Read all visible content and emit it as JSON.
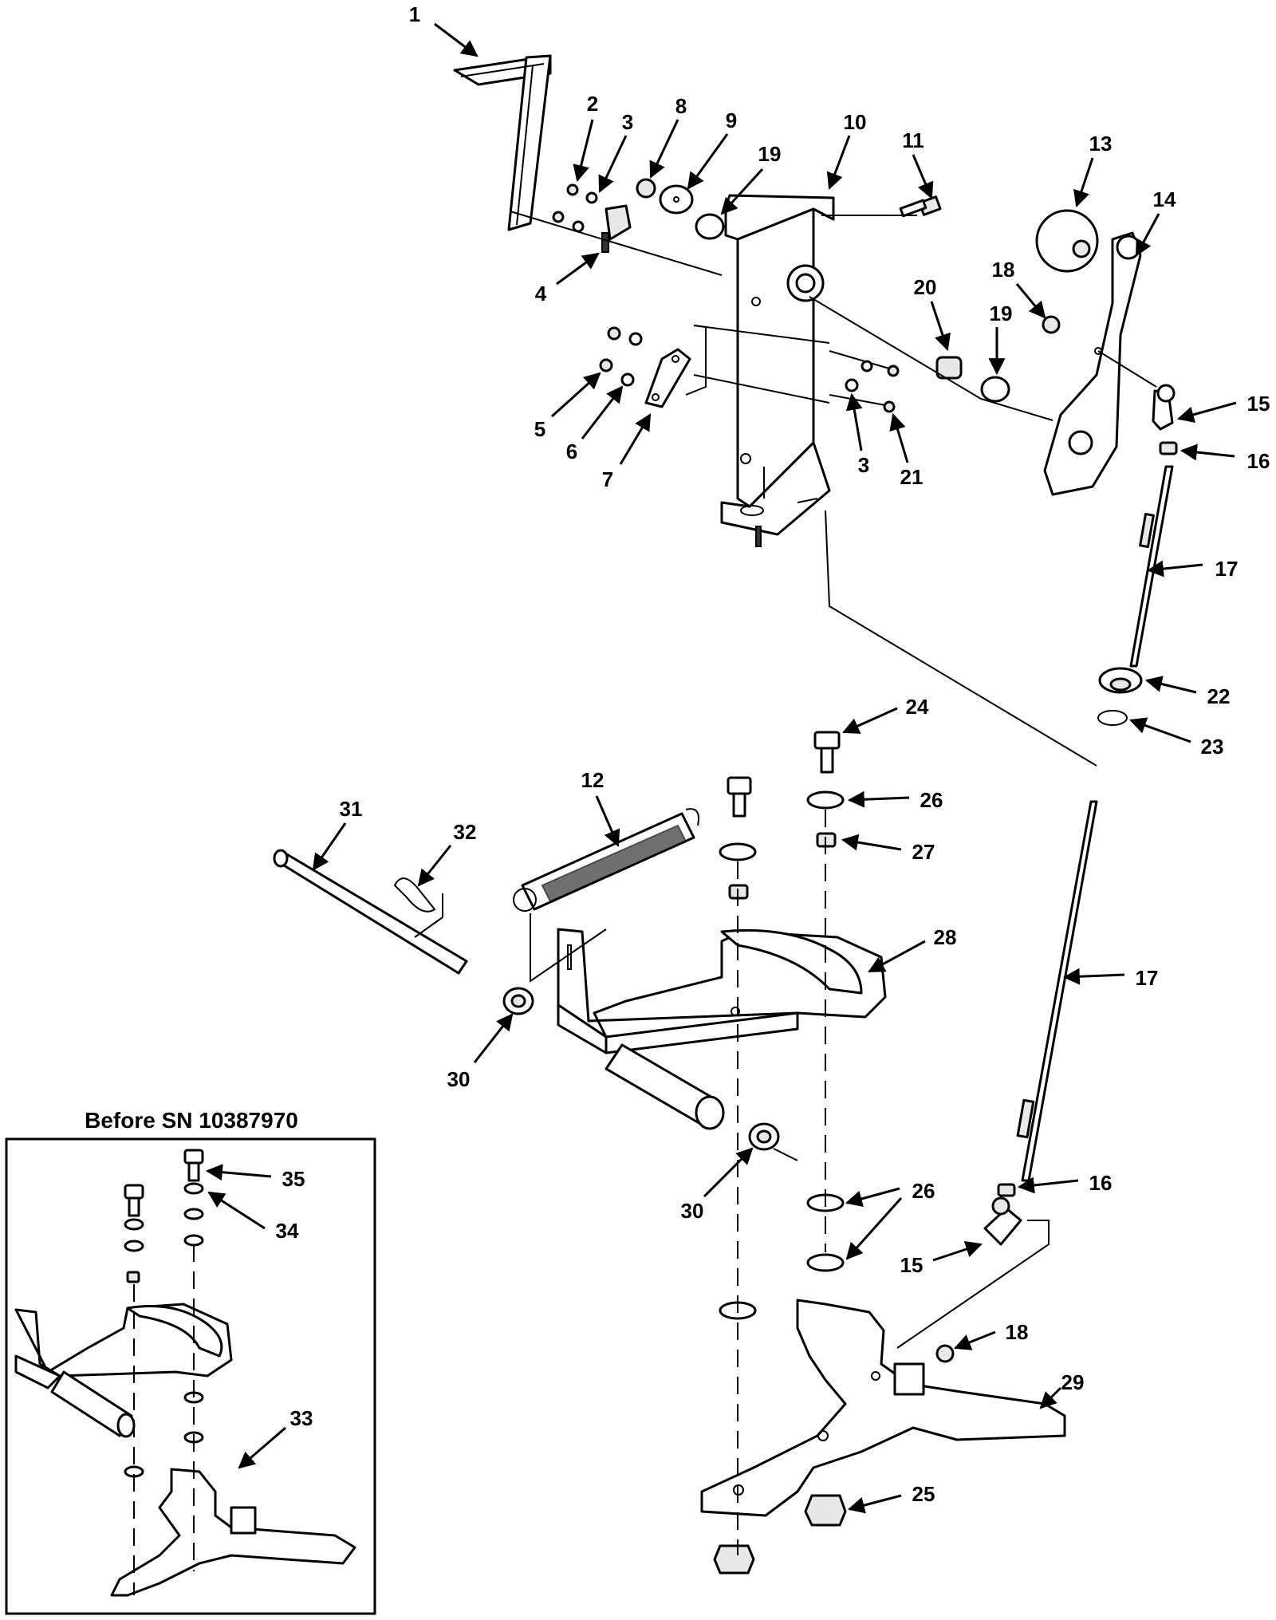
{
  "inset": {
    "title": "Before SN 10387970"
  },
  "callouts": [
    {
      "id": "c1",
      "label": "1"
    },
    {
      "id": "c2",
      "label": "2"
    },
    {
      "id": "c3a",
      "label": "3"
    },
    {
      "id": "c8",
      "label": "8"
    },
    {
      "id": "c9",
      "label": "9"
    },
    {
      "id": "c19a",
      "label": "19"
    },
    {
      "id": "c10",
      "label": "10"
    },
    {
      "id": "c11",
      "label": "11"
    },
    {
      "id": "c13",
      "label": "13"
    },
    {
      "id": "c14",
      "label": "14"
    },
    {
      "id": "c4",
      "label": "4"
    },
    {
      "id": "c18a",
      "label": "18"
    },
    {
      "id": "c20",
      "label": "20"
    },
    {
      "id": "c19b",
      "label": "19"
    },
    {
      "id": "c15a",
      "label": "15"
    },
    {
      "id": "c16a",
      "label": "16"
    },
    {
      "id": "c5",
      "label": "5"
    },
    {
      "id": "c6",
      "label": "6"
    },
    {
      "id": "c7",
      "label": "7"
    },
    {
      "id": "c3b",
      "label": "3"
    },
    {
      "id": "c21",
      "label": "21"
    },
    {
      "id": "c17a",
      "label": "17"
    },
    {
      "id": "c22",
      "label": "22"
    },
    {
      "id": "c23",
      "label": "23"
    },
    {
      "id": "c24",
      "label": "24"
    },
    {
      "id": "c12",
      "label": "12"
    },
    {
      "id": "c26a",
      "label": "26"
    },
    {
      "id": "c31",
      "label": "31"
    },
    {
      "id": "c32",
      "label": "32"
    },
    {
      "id": "c27",
      "label": "27"
    },
    {
      "id": "c28",
      "label": "28"
    },
    {
      "id": "c17b",
      "label": "17"
    },
    {
      "id": "c30a",
      "label": "30"
    },
    {
      "id": "c35",
      "label": "35"
    },
    {
      "id": "c34",
      "label": "34"
    },
    {
      "id": "c16b",
      "label": "16"
    },
    {
      "id": "c26b",
      "label": "26"
    },
    {
      "id": "c30b",
      "label": "30"
    },
    {
      "id": "c15b",
      "label": "15"
    },
    {
      "id": "c18b",
      "label": "18"
    },
    {
      "id": "c29",
      "label": "29"
    },
    {
      "id": "c33",
      "label": "33"
    },
    {
      "id": "c25",
      "label": "25"
    }
  ]
}
